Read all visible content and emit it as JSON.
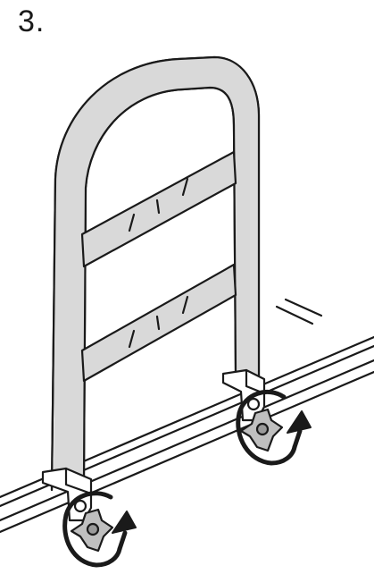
{
  "step": {
    "label": "3."
  },
  "colors": {
    "stroke": "#1a1a1a",
    "tube_fill": "#d9d9d9",
    "background": "#ffffff"
  },
  "icons": [
    "bed-rail-frame",
    "bed-frame-tubes",
    "knob-icon",
    "rotate-arrow-icon"
  ]
}
